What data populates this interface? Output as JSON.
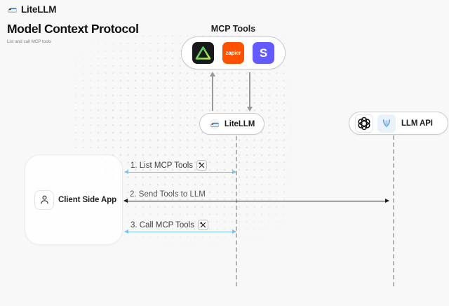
{
  "header": {
    "brand": "LiteLLM",
    "title": "Model Context Protocol",
    "subtitle": "List and call MCP tools"
  },
  "mcp_tools": {
    "label": "MCP Tools",
    "icons": [
      {
        "name": "green-triangle-icon",
        "bg": "#16181a"
      },
      {
        "name": "zapier-icon",
        "text": "zapier",
        "bg": "#ff4f00"
      },
      {
        "name": "stripe-icon",
        "text": "S",
        "bg": "#635bff"
      }
    ]
  },
  "nodes": {
    "litellm": {
      "label": "LiteLLM",
      "icon": "train-icon"
    },
    "llm_api": {
      "label": "LLM API",
      "icons": [
        "openai-icon",
        "blue-feather-icon"
      ]
    },
    "client": {
      "label": "Client Side App",
      "icon": "person-icon"
    }
  },
  "messages": [
    {
      "order": "1",
      "label": "1. List MCP Tools",
      "tools_icon": true,
      "style": "blue"
    },
    {
      "order": "2",
      "label": "2. Send Tools to LLM",
      "tools_icon": false,
      "style": "black"
    },
    {
      "order": "3",
      "label": "3. Call MCP Tools",
      "tools_icon": true,
      "style": "blue"
    }
  ],
  "colors": {
    "page_bg": "#f8f8f9",
    "accent_blue": "#7cc3e8",
    "arrow_black": "#1d1d1f",
    "lifeline_gray": "#b2b2b7",
    "zapier_orange": "#ff4f00",
    "stripe_indigo": "#635bff"
  }
}
